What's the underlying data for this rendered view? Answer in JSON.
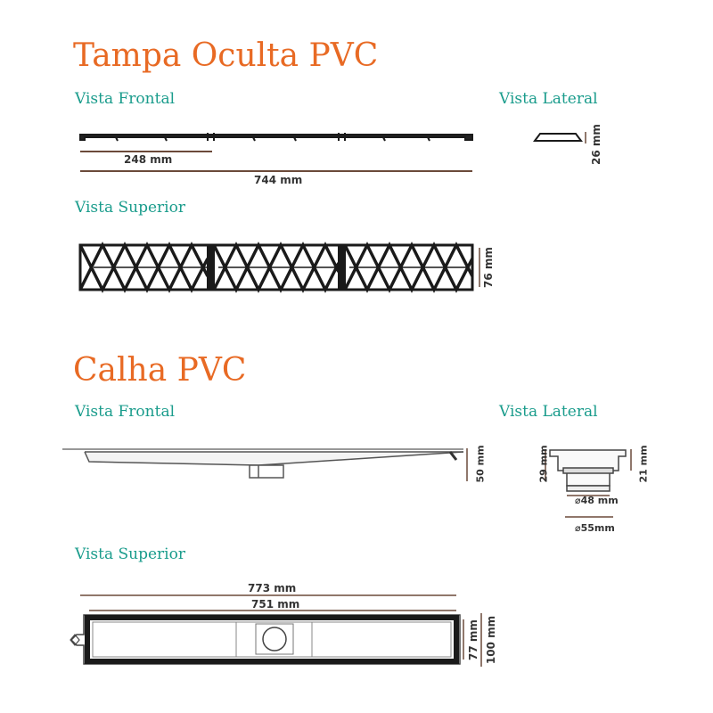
{
  "cover": {
    "title": "Tampa Oculta PVC",
    "front_view_label": "Vista Frontal",
    "side_view_label": "Vista Lateral",
    "top_view_label": "Vista Superior",
    "dim_module_length": "248 mm",
    "dim_total_length": "744 mm",
    "dim_side_height": "26 mm",
    "dim_width": "76 mm"
  },
  "channel": {
    "title": "Calha PVC",
    "front_view_label": "Vista Frontal",
    "side_view_label": "Vista Lateral",
    "top_view_label": "Vista Superior",
    "dim_front_height": "50 mm",
    "dim_side_left": "29 mm",
    "dim_side_right": "21 mm",
    "dim_outlet_inner": "⌀48 mm",
    "dim_outlet_outer": "⌀55mm",
    "dim_outer_length": "773 mm",
    "dim_inner_length": "751 mm",
    "dim_inner_width": "77 mm",
    "dim_outer_width": "100 mm"
  },
  "colors": {
    "title": "#e86a24",
    "subtitle": "#1a9c8c",
    "drawing": "#1a1a1a",
    "dimension_line": "#6b4a3a"
  }
}
